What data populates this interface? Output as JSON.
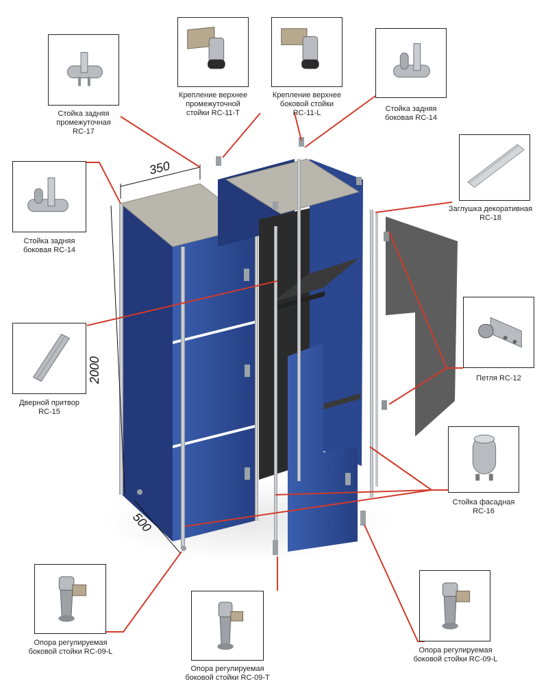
{
  "dimensions": {
    "width": "350",
    "height": "2000",
    "depth": "500"
  },
  "parts": {
    "rc17": "Стойка задняя\nпромежуточная\nRC-17",
    "rc11t": "Крепление верхнее\nпромежуточной\nстойки RC-11-T",
    "rc11l": "Крепление верхнее\nбоковой стойки\nRC-11-L",
    "rc14_top": "Стойка задняя\nбоковая RC-14",
    "rc14_left": "Стойка задняя\nбоковая RC-14",
    "rc18": "Заглушка декоративная\nRC-18",
    "rc15": "Дверной притвор\nRC-15",
    "rc12": "Петля RC-12",
    "rc16": "Стойка фасадная\nRC-16",
    "rc09l_left": "Опора регулируемая\nбоковой стойки RC-09-L",
    "rc09t": "Опора регулируемая\nбоковой стойки RC-09-T",
    "rc09l_right": "Опора регулируемая\nбоковой стойки RC-09-L"
  },
  "icons": {
    "profile": "aluminium-profile-icon",
    "bracket": "top-bracket-icon",
    "cap": "decorative-cap-icon",
    "hinge": "hinge-icon",
    "support": "adjustable-support-icon"
  },
  "colors": {
    "panel_blue": "#2e4f9a",
    "panel_top": "#b9b6ad",
    "leader": "#d23a2a",
    "metal": "#b8bcc0",
    "shelf": "#3a3a3a",
    "door_grey": "#5d5d5d"
  }
}
